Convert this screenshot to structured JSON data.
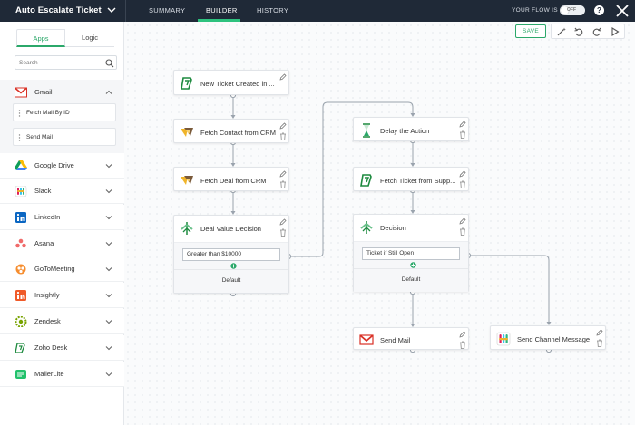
{
  "header": {
    "flow_title": "Auto Escalate Ticket",
    "tabs": [
      {
        "label": "SUMMARY"
      },
      {
        "label": "BUILDER",
        "active": true
      },
      {
        "label": "HISTORY"
      }
    ],
    "flow_status_label": "YOUR FLOW IS",
    "toggle_label": "OFF",
    "help_label": "?"
  },
  "sidebar": {
    "tabs": {
      "apps": "Apps",
      "logic": "Logic"
    },
    "search": {
      "placeholder": "Search"
    },
    "gmail": {
      "name": "Gmail",
      "actions": [
        "Fetch Mail By ID",
        "Send Mail"
      ]
    },
    "apps": [
      {
        "name": "Google Drive",
        "icon": "google-drive-icon"
      },
      {
        "name": "Slack",
        "icon": "slack-icon"
      },
      {
        "name": "LinkedIn",
        "icon": "linkedin-icon"
      },
      {
        "name": "Asana",
        "icon": "asana-icon"
      },
      {
        "name": "GoToMeeting",
        "icon": "gotomeeting-icon"
      },
      {
        "name": "Insightly",
        "icon": "insightly-icon"
      },
      {
        "name": "Zendesk",
        "icon": "zendesk-icon"
      },
      {
        "name": "Zoho Desk",
        "icon": "zoho-desk-icon"
      },
      {
        "name": "MailerLite",
        "icon": "mailerlite-icon"
      }
    ]
  },
  "toolbar": {
    "save_label": "SAVE"
  },
  "nodes": {
    "trigger": {
      "title": "New Ticket Created in ..."
    },
    "fetch_contact": {
      "title": "Fetch Contact from CRM"
    },
    "fetch_deal": {
      "title": "Fetch Deal from CRM"
    },
    "deal_decision": {
      "title": "Deal Value Decision",
      "condition": "Greater than $10000",
      "default_label": "Default"
    },
    "delay": {
      "title": "Delay the Action"
    },
    "fetch_ticket": {
      "title": "Fetch Ticket from Supp..."
    },
    "decision": {
      "title": "Decision",
      "condition": "Ticket if Still Open",
      "default_label": "Default"
    },
    "send_mail": {
      "title": "Send Mail"
    },
    "send_channel": {
      "title": "Send Channel Message"
    }
  },
  "colors": {
    "topbar": "#1f2937",
    "accent_green": "#2ba86a",
    "gmail_red": "#d93025"
  }
}
